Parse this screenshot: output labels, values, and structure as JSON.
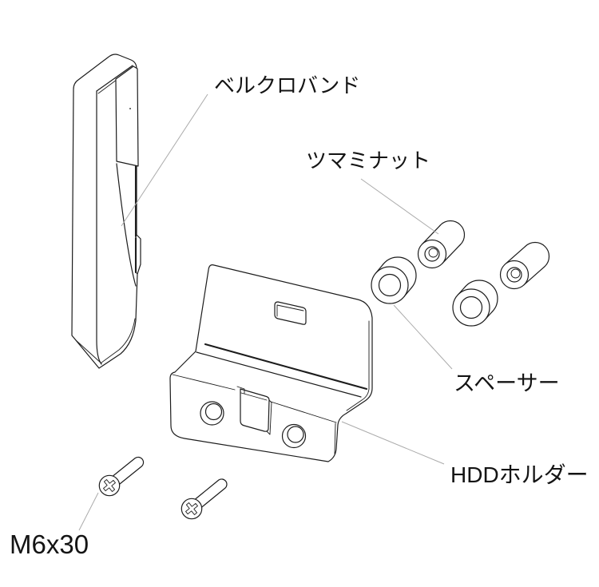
{
  "diagram": {
    "type": "exploded-parts-diagram",
    "parts": {
      "velcro_band": {
        "label": "ベルクロバンド",
        "count": 1
      },
      "thumb_nut": {
        "label": "ツマミナット",
        "count": 2
      },
      "spacer": {
        "label": "スペーサー",
        "count": 2
      },
      "hdd_holder": {
        "label": "HDDホルダー",
        "count": 1
      },
      "screw": {
        "label": "M6x30",
        "count": 2
      }
    }
  },
  "colors": {
    "background": "#ffffff",
    "line": "#1c1c1c",
    "leader": "#ababab"
  }
}
